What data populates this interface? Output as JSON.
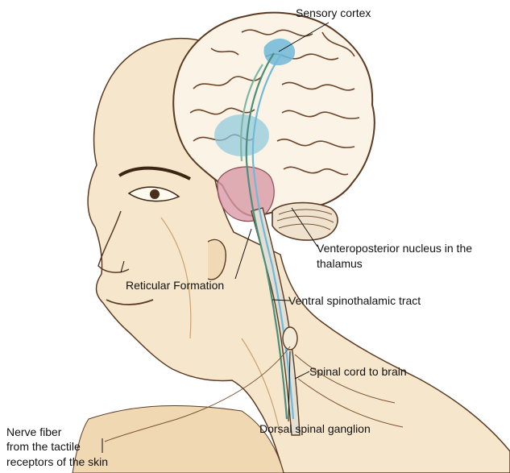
{
  "labels": {
    "sensory_cortex": "Sensory cortex",
    "venteroposterior_line1": "Venteroposterior nucleus in the",
    "venteroposterior_line2": "thalamus",
    "reticular_formation": "Reticular Formation",
    "ventral_spinothalamic": "Ventral spinothalamic tract",
    "spinal_cord": "Spinal cord to brain",
    "dorsal_ganglion": "Dorsal spinal ganglion",
    "nerve_fiber_line1": "Nerve fiber",
    "nerve_fiber_line2": "from the tactile",
    "nerve_fiber_line3": "receptors of the skin"
  },
  "colors": {
    "outline": "#5a3a22",
    "brain_fill": "#fbf3e6",
    "skin_fill": "#f6e7cc",
    "skin_shade": "#e7c99b",
    "cortex_blue": "#6fb9d9",
    "thalamus_pink": "#d99aa8",
    "tract_green": "#7fb7a6"
  }
}
